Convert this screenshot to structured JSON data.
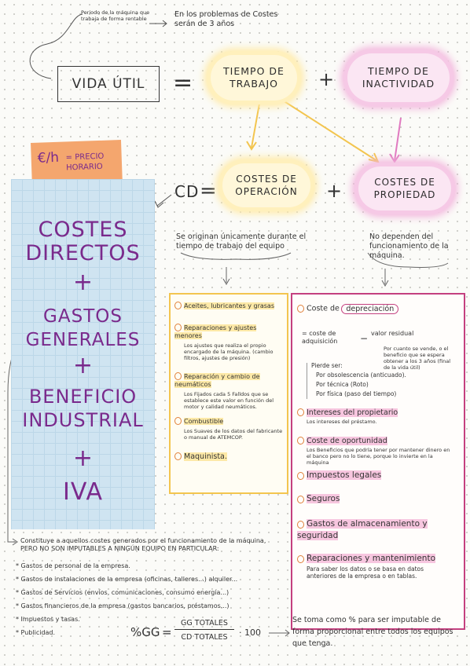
{
  "top_note": {
    "period_note": "Periodo de la máquina que trabaja de forma rentable",
    "arrow_note": "En los problemas de Costes serán de 3 años"
  },
  "equation1": {
    "vida_util": "VIDA ÚTIL",
    "equals": "=",
    "tiempo_trabajo": "TIEMPO DE TRABAJO",
    "plus": "+",
    "tiempo_inactividad": "TIEMPO DE INACTIVIDAD"
  },
  "price_note": {
    "unit": "€/h",
    "label": "= PRECIO HORARIO"
  },
  "equation2": {
    "cd": "CD",
    "equals": "=",
    "costes_operacion": "COSTES DE OPERACIÓN",
    "plus": "+",
    "costes_propiedad": "COSTES DE PROPIEDAD"
  },
  "notes_mid": {
    "operacion_note": "Se originan únicamente durante el tiempo de trabajo del equipo",
    "propiedad_note": "No dependen del funcionamiento de la máquina."
  },
  "left_formula": {
    "costes_directos": "COSTES DIRECTOS",
    "plus1": "+",
    "gastos_generales": "GASTOS GENERALES",
    "plus2": "+",
    "beneficio_industrial": "BENEFICIO INDUSTRIAL",
    "plus3": "+",
    "iva": "IVA"
  },
  "yellow_box": {
    "item1": "Aceites, lubricantes y grasas",
    "item2_title": "Reparaciones y ajustes menores",
    "item2_sub": "Los ajustes que realiza el propio encargado de la máquina. (cambio filtros, ajustes de presión)",
    "item3_title": "Reparación y cambio de neumáticos",
    "item3_sub": "Los Fijados cada 5 Falldos que se establece este valor en función del motor y calidad neumáticos.",
    "item4_title": "Combustible",
    "item4_sub": "Los Suaves de los datos del fabricante o manual de ATEMCOP.",
    "item5": "Maquinista."
  },
  "pink_box": {
    "coste_depreciacion_a": "Coste de",
    "coste_depreciacion_b": "depreciación",
    "formula_left": "= coste de adquisición",
    "formula_minus": "−",
    "formula_right": "valor residual",
    "residual_note": "Por cuanto se vende, o el beneficio que se espera obtener a los 3 años (final de la vida útil)",
    "pierde_ser": "Pierde ser:",
    "tipo1": "Por obsolescencia (anticuado).",
    "tipo2": "Por técnica (Roto)",
    "tipo3": "Por física (paso del tiempo)",
    "intereses": "Intereses del propietario",
    "intereses_sub": "Los intereses del préstamo.",
    "coste_oportunidad": "Coste de oportunidad",
    "oportunidad_sub": "Los Beneficios que podría tener por mantener dinero en el banco pero no lo tiene, porque lo invierte en la máquina",
    "impuestos": "Impuestos legales",
    "seguros": "Seguros",
    "gastos_almacen": "Gastos de almacenamiento y seguridad",
    "reparaciones": "Reparaciones y mantenimiento",
    "reparaciones_sub": "Para saber los datos o se basa en datos anteriores de la empresa o en tablas."
  },
  "bottom": {
    "intro": "Constituye a aquellos costes generados por el funcionamiento de la máquina, PERO NO SON IMPUTABLES A NINGÚN EQUIPO EN PARTICULAR:",
    "list": [
      "Gastos de personal de la empresa.",
      "Gastos de instalaciones de la empresa (oficinas, talleres...) alquiler...",
      "Gastos de Servicios (envíos, comunicaciones, consumo energía...)",
      "Gastos financieros de la empresa (gastos bancarios, préstamos...)",
      "Impuestos y tasas.",
      "Publicidad."
    ],
    "pct": "%GG",
    "eq": "=",
    "num": "GG TOTALES",
    "den": "CD TOTALES",
    "times100": "· 100",
    "right_note": "Se toma como % para ser imputable de forma proporcional entre todos los equipos que tenga."
  }
}
